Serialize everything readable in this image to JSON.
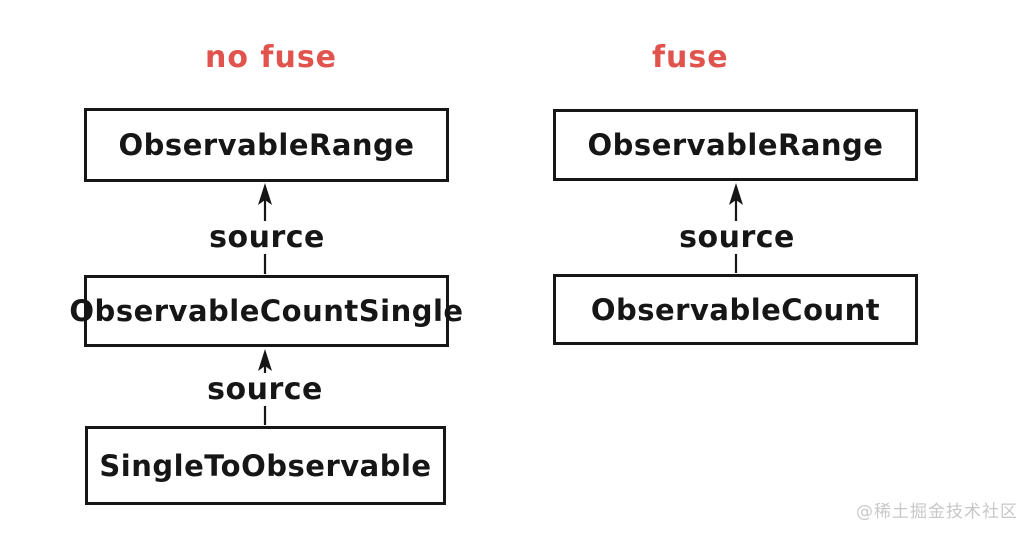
{
  "diagram": {
    "columns": [
      {
        "title": "no fuse",
        "boxes": [
          "ObservableRange",
          "ObservableCountSingle",
          "SingleToObservable"
        ],
        "edge_labels": [
          "source",
          "source"
        ]
      },
      {
        "title": "fuse",
        "boxes": [
          "ObservableRange",
          "ObservableCount"
        ],
        "edge_labels": [
          "source"
        ]
      }
    ],
    "colors": {
      "title_text": "#e1534d",
      "line_and_text": "#161616",
      "box_fill": "#ffffff",
      "watermark_text": "#c8c8c8"
    }
  },
  "watermark": "@稀土掘金技术社区"
}
